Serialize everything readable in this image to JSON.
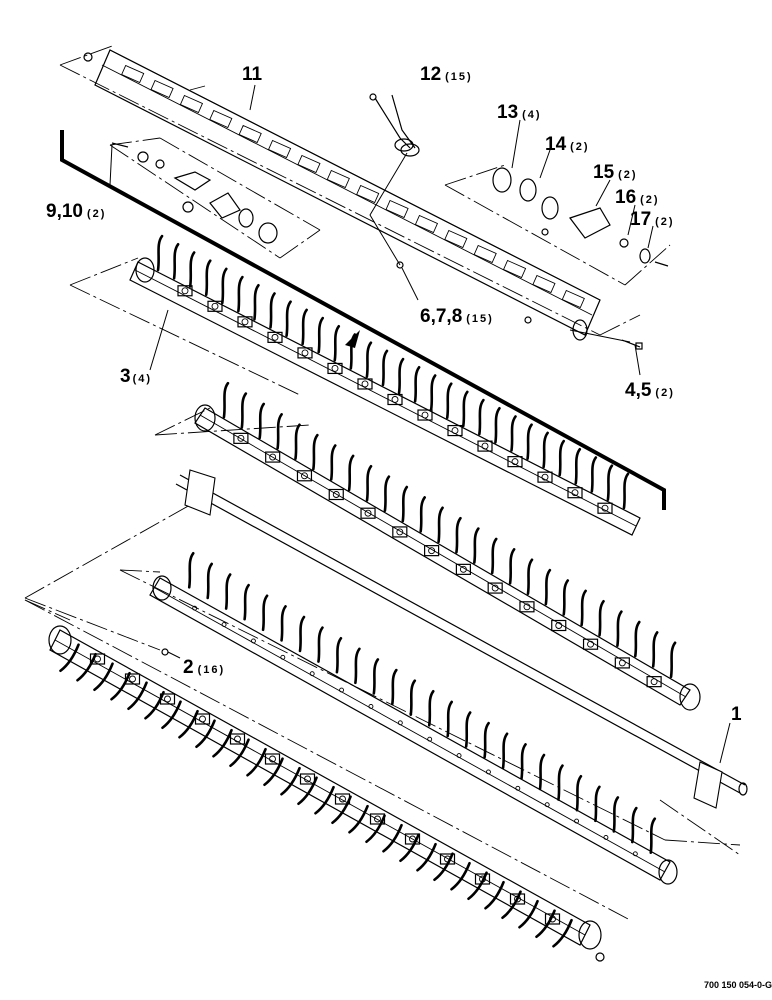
{
  "callouts": [
    {
      "id": "c1",
      "num": "1",
      "qty": ""
    },
    {
      "id": "c2",
      "num": "2",
      "qty": "(16)"
    },
    {
      "id": "c3",
      "num": "3",
      "qty": "(4)"
    },
    {
      "id": "c45",
      "num": "4,5",
      "qty": "(2)"
    },
    {
      "id": "c678",
      "num": "6,7,8",
      "qty": "(15)"
    },
    {
      "id": "c910",
      "num": "9,10",
      "qty": "(2)"
    },
    {
      "id": "c11",
      "num": "11",
      "qty": ""
    },
    {
      "id": "c12",
      "num": "12",
      "qty": "(15)"
    },
    {
      "id": "c13",
      "num": "13",
      "qty": "(4)"
    },
    {
      "id": "c14",
      "num": "14",
      "qty": "(2)"
    },
    {
      "id": "c15",
      "num": "15",
      "qty": "(2)"
    },
    {
      "id": "c16",
      "num": "16",
      "qty": "(2)"
    },
    {
      "id": "c17",
      "num": "17",
      "qty": "(2)"
    }
  ],
  "drawing_code": "700 150 054-0-G"
}
